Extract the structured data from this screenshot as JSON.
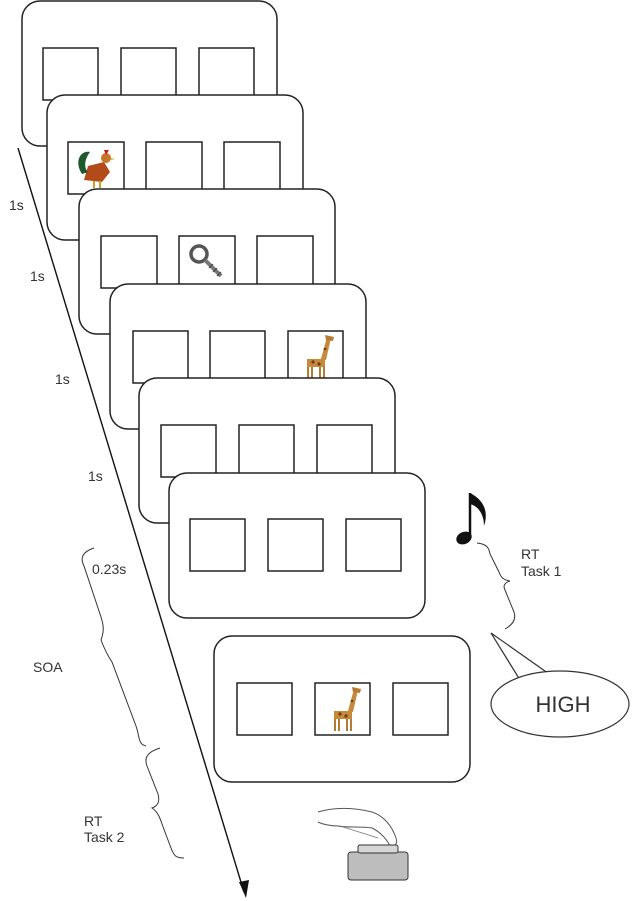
{
  "timeline": {
    "intervals": [
      "1s",
      "1s",
      "1s",
      "1s"
    ],
    "soa_onset": "0.23s",
    "soa_label": "SOA",
    "rt_task2": [
      "RT",
      "Task 2"
    ]
  },
  "task1": {
    "rt_label": [
      "RT",
      "Task 1"
    ],
    "response_word": "HIGH"
  },
  "frames": [
    {
      "slots": [
        "",
        "",
        ""
      ]
    },
    {
      "slots": [
        "rooster",
        "",
        ""
      ]
    },
    {
      "slots": [
        "",
        "screw",
        ""
      ]
    },
    {
      "slots": [
        "",
        "",
        "giraffe"
      ]
    },
    {
      "slots": [
        "",
        "",
        ""
      ]
    },
    {
      "slots": [
        "",
        "",
        ""
      ]
    },
    {
      "slots": [
        "",
        "giraffe",
        ""
      ]
    }
  ],
  "icons": {
    "tone": "music-note-icon",
    "speech": "speech-bubble",
    "keypress": "hand-pressing-button-icon"
  }
}
